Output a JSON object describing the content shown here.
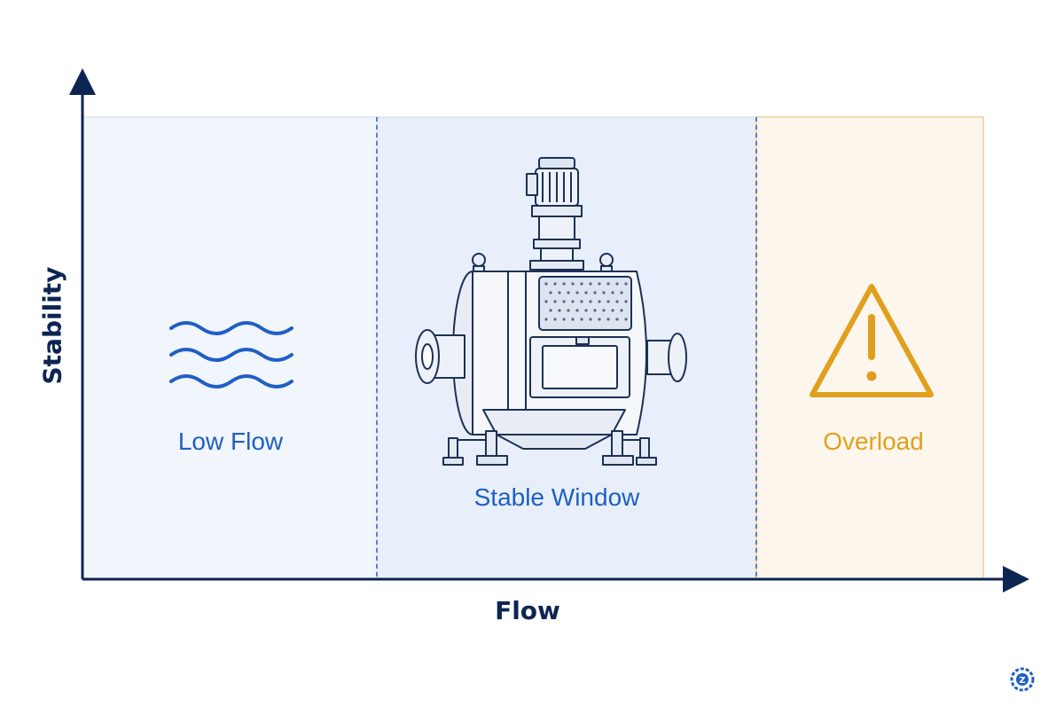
{
  "axes": {
    "x_label": "Flow",
    "y_label": "Stability"
  },
  "zones": [
    {
      "label": "Low Flow",
      "color": "#1f5fc4",
      "icon": "waves-icon"
    },
    {
      "label": "Stable Window",
      "color": "#1f5fc4",
      "icon": "filter-machine-illustration"
    },
    {
      "label": "Overload",
      "color": "#e0a01e",
      "icon": "warning-icon"
    }
  ],
  "colors": {
    "axis": "#0d2552",
    "zone_low_bg": "#f1f5fc",
    "zone_stable_bg": "#e8effb",
    "zone_over_bg": "#fdf6ec",
    "zone_over_border": "#f0cf99",
    "divider": "#2a5bb8"
  },
  "logo": {
    "text": "Z"
  }
}
